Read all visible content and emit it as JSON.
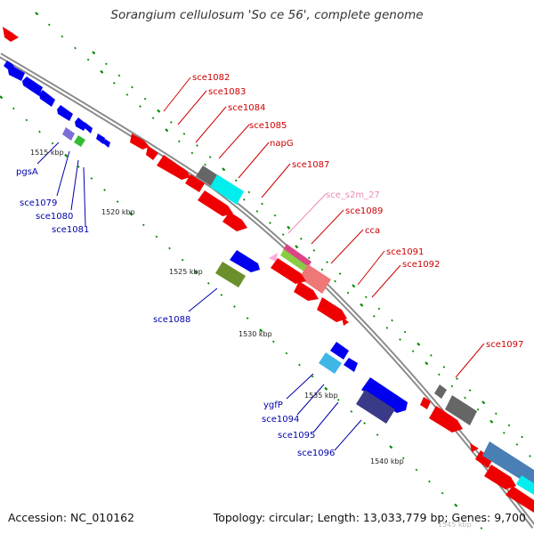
{
  "title": "Sorangium cellulosum 'So ce 56', complete genome",
  "accession": "Accession: NC_010162",
  "topology": "Topology: circular; Length: 13,033,779 bp; Genes: 9,700",
  "colors": {
    "forward_label": "#cc0000",
    "reverse_label": "#0000aa",
    "rna_label": "#ee88bb",
    "backbone": "#999999",
    "tick": "#008800"
  },
  "kbp_ticks": [
    "1515 kbp",
    "1520 kbp",
    "1525 kbp",
    "1530 kbp",
    "1535 kbp",
    "1540 kbp",
    "1545 kbp"
  ],
  "forward_genes": [
    "sce1082",
    "sce1083",
    "sce1084",
    "sce1085",
    "napG",
    "sce1087",
    "sce_s2m_27",
    "sce1089",
    "cca",
    "sce1091",
    "sce1092",
    "sce1097"
  ],
  "reverse_genes": [
    "pgsA",
    "sce1079",
    "sce1080",
    "sce1081",
    "sce1088",
    "ygfP",
    "sce1094",
    "sce1095",
    "sce1096"
  ]
}
